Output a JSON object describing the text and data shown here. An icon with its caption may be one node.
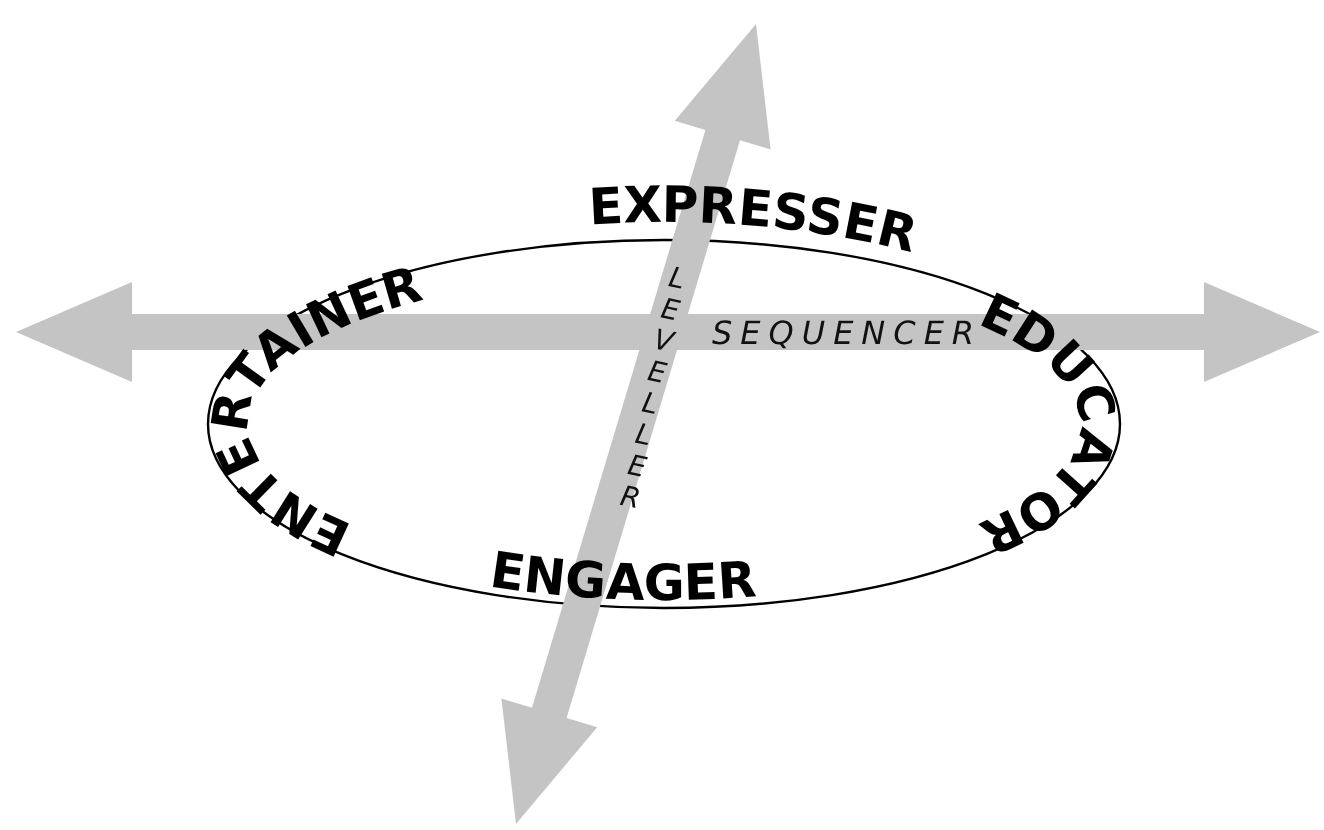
{
  "diagram": {
    "labels": [
      "EXPRESSER",
      "EDUCATOR",
      "ENGAGER",
      "ENTERTAINER",
      "SEQUENCER",
      "LEVELLER"
    ]
  }
}
